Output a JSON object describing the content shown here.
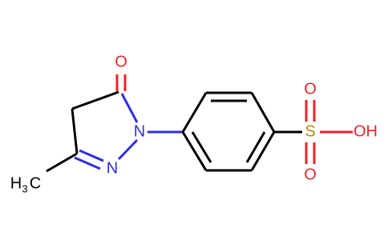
{
  "molecule": {
    "atoms": {
      "carbonyl_oxygen": "O",
      "ring_nitrogen_1": "N",
      "ring_nitrogen_2": "N",
      "methyl_carbon": "C",
      "methyl_hydrogen": "H",
      "methyl_subscript": "3",
      "sulfur": "S",
      "sulfonyl_oxygen_top": "O",
      "sulfonyl_oxygen_bottom": "O",
      "hydroxyl": "OH"
    }
  },
  "colors": {
    "bond": "#000000",
    "oxygen": "#e8242b",
    "nitrogen": "#2f2fe0",
    "sulfur": "#b8860b",
    "carbon": "#000000"
  }
}
